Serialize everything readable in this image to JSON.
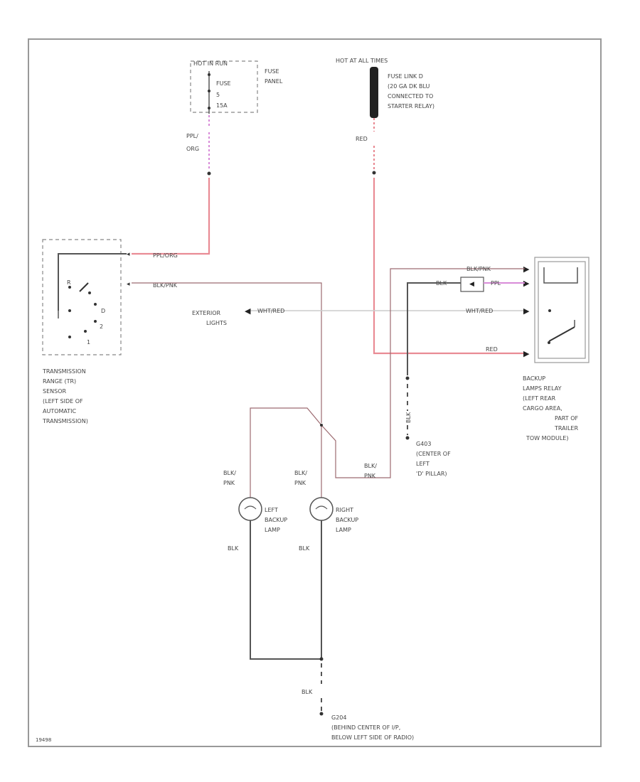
{
  "fuse_panel": {
    "header": "HOT IN RUN",
    "fuse_label": "FUSE",
    "fuse_number": "5",
    "fuse_rating": "15A",
    "name_line1": "FUSE",
    "name_line2": "PANEL"
  },
  "fuse_link": {
    "header": "HOT AT ALL TIMES",
    "line1": "FUSE LINK D",
    "line2": "(20 GA DK BLU",
    "line3": "CONNECTED TO",
    "line4": "STARTER RELAY)"
  },
  "wires": {
    "ppl_org_1": "PPL/",
    "ppl_org_2": "ORG",
    "red_top": "RED",
    "ppl_org_tr": "PPL/ORG",
    "blk_pnk_tr": "BLK/PNK",
    "blk_pnk_relay": "BLK/PNK",
    "blk_relay": "BLK",
    "ppl_relay": "PPL",
    "wht_red_left": "WHT/RED",
    "wht_red_right": "WHT/RED",
    "red_relay": "RED",
    "blk_vert": "BLK",
    "blk_pnk_join_1": "BLK/",
    "blk_pnk_join_2": "PNK",
    "blk_pnk_left_1": "BLK/",
    "blk_pnk_left_2": "PNK",
    "blk_pnk_right_1": "BLK/",
    "blk_pnk_right_2": "PNK",
    "blk_left_lamp": "BLK",
    "blk_right_lamp": "BLK",
    "blk_ground": "BLK"
  },
  "exterior": {
    "line1": "EXTERIOR",
    "line2": "LIGHTS"
  },
  "tr_sensor": {
    "pin_r": "R",
    "pin_d": "D",
    "pin_2": "2",
    "pin_1": "1",
    "label": [
      "TRANSMISSION",
      "RANGE (TR)",
      "SENSOR",
      "(LEFT SIDE OF",
      "AUTOMATIC",
      "TRANSMISSION)"
    ]
  },
  "relay": {
    "label": [
      "BACKUP",
      "LAMPS RELAY",
      "(LEFT REAR",
      "CARGO AREA,",
      "PART OF",
      "TRAILER",
      "TOW MODULE)"
    ]
  },
  "ground_g403": {
    "label": [
      "G403",
      "(CENTER OF",
      "LEFT",
      "'D' PILLAR)"
    ]
  },
  "left_lamp": {
    "line1": "LEFT",
    "line2": "BACKUP",
    "line3": "LAMP"
  },
  "right_lamp": {
    "line1": "RIGHT",
    "line2": "BACKUP",
    "line3": "LAMP"
  },
  "ground_g204": {
    "line1": "G204",
    "line2": "(BEHIND CENTER OF I/P,",
    "line3": "BELOW LEFT SIDE OF RADIO)"
  },
  "footer": {
    "code": "19498"
  },
  "colors": {
    "red_wire": "#e98b94",
    "pink_wire": "#d88bd8",
    "black_wire": "#555555",
    "white_wire": "#cccccc"
  }
}
